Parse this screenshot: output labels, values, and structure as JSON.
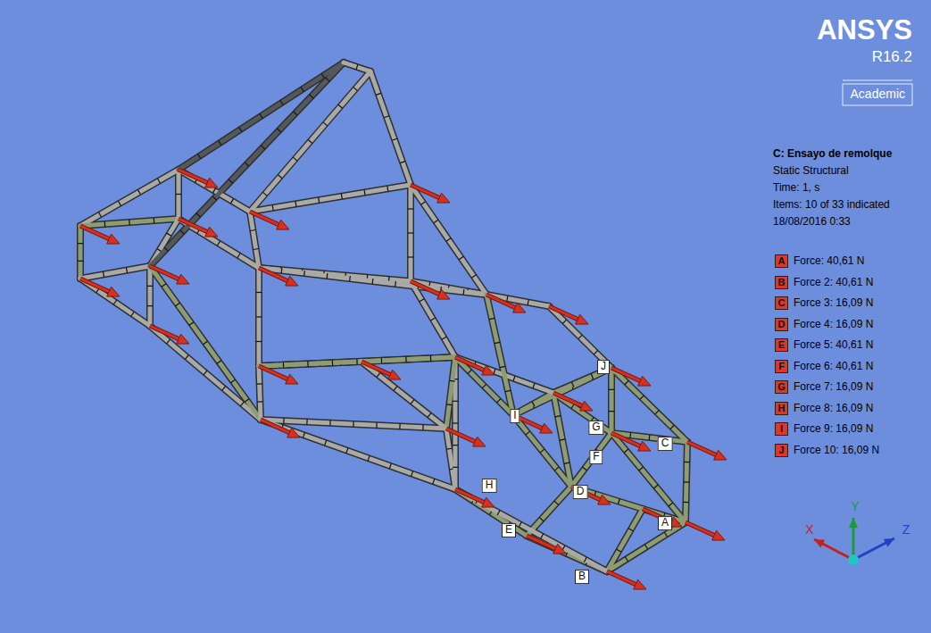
{
  "diagram": {
    "title": "C: Ensayo de remolque",
    "labels": [
      "ANSYS",
      "R16.2",
      "Academic",
      "Static Structural",
      "Time: 1, s",
      "Items: 10 of 33 indicated",
      "18/08/2016 0:33",
      "A",
      "B",
      "C",
      "D",
      "E",
      "F",
      "G",
      "H",
      "I",
      "J",
      "A",
      "B",
      "C",
      "D",
      "E",
      "F",
      "G",
      "H",
      "I",
      "J",
      "X",
      "Y",
      "Z"
    ],
    "legend": [
      {
        "text": "Force: 40,61 N",
        "color": "#e0362a"
      },
      {
        "text": "Force 2: 40,61 N",
        "color": "#e0362a"
      },
      {
        "text": "Force 3: 16,09 N",
        "color": "#e0362a"
      },
      {
        "text": "Force 4: 16,09 N",
        "color": "#e0362a"
      },
      {
        "text": "Force 5: 40,61 N",
        "color": "#e0362a"
      },
      {
        "text": "Force 6: 40,61 N",
        "color": "#e0362a"
      },
      {
        "text": "Force 7: 16,09 N",
        "color": "#e0362a"
      },
      {
        "text": "Force 8: 16,09 N",
        "color": "#e0362a"
      },
      {
        "text": "Force 9: 16,09 N",
        "color": "#e0362a"
      },
      {
        "text": "Force 10: 16,09 N",
        "color": "#e0362a"
      }
    ]
  }
}
